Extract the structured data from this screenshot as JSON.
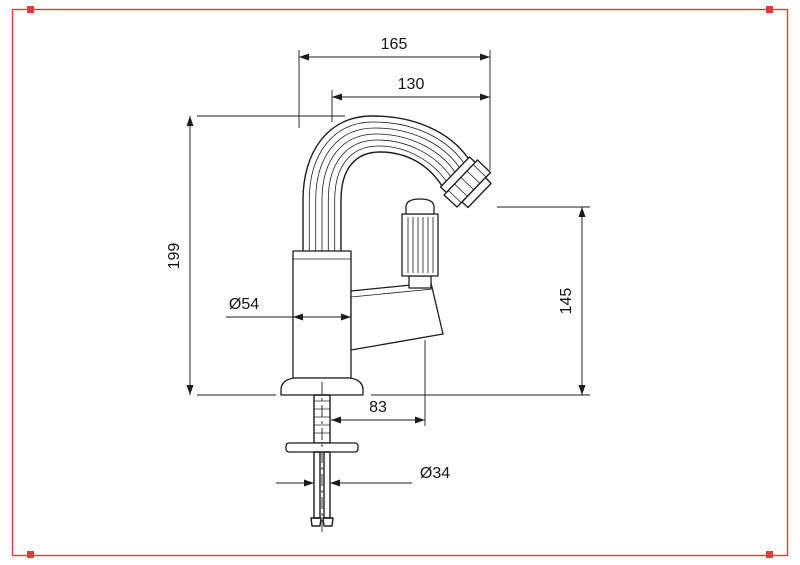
{
  "theme": {
    "frame_color": "#e03c3c",
    "ink_color": "#1c1c1c",
    "background": "#ffffff"
  },
  "drawing": {
    "dims": {
      "total_reach": "165",
      "spout_reach": "130",
      "total_height": "199",
      "outlet_height": "145",
      "body_diameter": "Ø54",
      "handle_offset": "83",
      "shank_diameter": "Ø34"
    }
  }
}
